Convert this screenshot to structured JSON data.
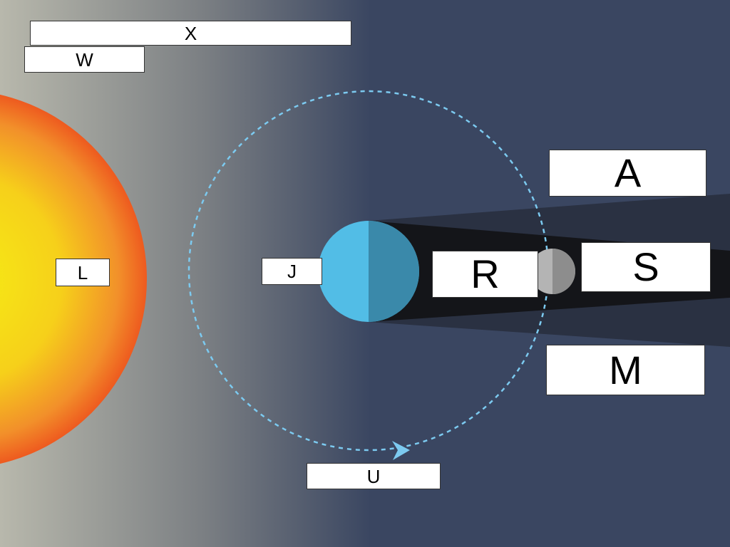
{
  "labels": {
    "x": "X",
    "w": "W",
    "l": "L",
    "j": "J",
    "u": "U",
    "a": "A",
    "r": "R",
    "s": "S",
    "m": "M"
  },
  "colors": {
    "background": "#3a4661",
    "sun_core": "#f5ef14",
    "sun_edge": "#ee5a1f",
    "earth_lit": "#52bde6",
    "earth_dark": "#3a89aa",
    "moon_lit": "#b4b4b4",
    "moon_dark": "#8d8d8d",
    "orbit": "#7ccaf0",
    "umbra": "#141519",
    "penumbra": "#2a3142"
  }
}
